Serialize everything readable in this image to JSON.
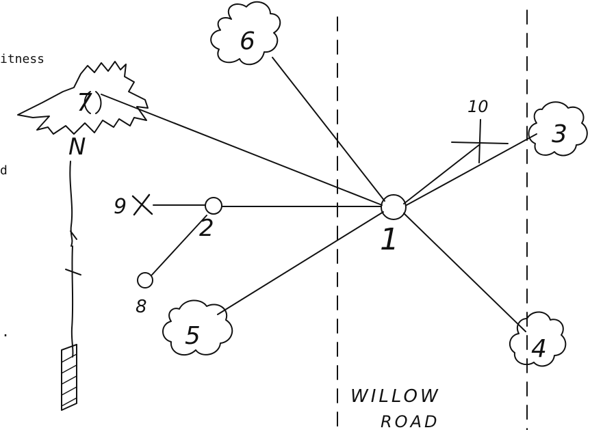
{
  "side_text": {
    "witness_fragment": "itness",
    "fragment_d": "d",
    "fragment_dot": "."
  },
  "nodes": {
    "n1": "1",
    "n2": "2",
    "n3": "3",
    "n4": "4",
    "n5": "5",
    "n6": "6",
    "n7": "7",
    "n8": "8",
    "n9": "9",
    "n10": "10"
  },
  "north_label": "N",
  "road": {
    "line1": "WILLOW",
    "line2": "ROAD"
  },
  "colors": {
    "ink": "#111111",
    "paper": "#ffffff"
  }
}
